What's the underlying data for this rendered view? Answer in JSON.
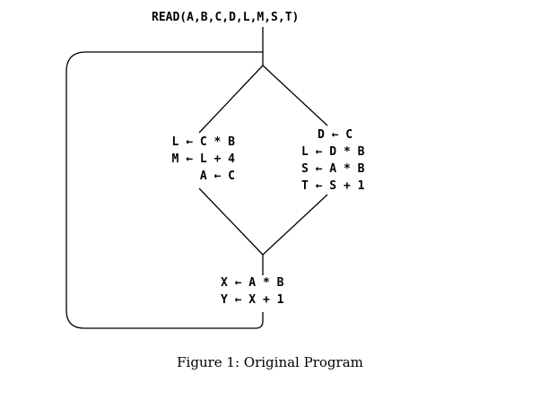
{
  "read_statement": "READ(A,B,C,D,L,M,S,T)",
  "left_branch": [
    "L ← C * B",
    "M ← L + 4",
    "A ← C"
  ],
  "right_branch": [
    "D ← C",
    "L ← D * B",
    "S ← A * B",
    "T ← S + 1"
  ],
  "join_block": [
    "X ← A * B",
    "Y ← X + 1"
  ],
  "caption": "Figure 1: Original Program"
}
